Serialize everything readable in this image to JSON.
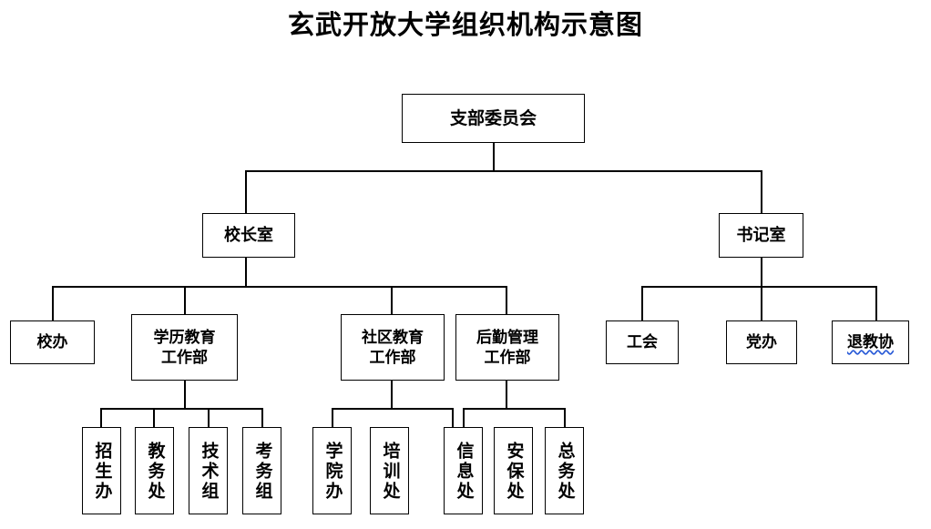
{
  "title": "玄武开放大学组织机构示意图",
  "chart_data": {
    "type": "diagram",
    "diagram_type": "organization-chart",
    "title": "玄武开放大学组织机构示意图",
    "orientation": "top-down",
    "levels": 4,
    "node_count": 19,
    "nodes": {
      "root": {
        "label": "支部委员会",
        "level": 0
      },
      "principal_office": {
        "label": "校长室",
        "level": 1
      },
      "secretary_office": {
        "label": "书记室",
        "level": 1
      },
      "school_admin": {
        "label": "校办",
        "level": 2
      },
      "degree_edu_dept": {
        "label": "学历教育\n工作部",
        "level": 2
      },
      "community_edu_dept": {
        "label": "社区教育\n工作部",
        "level": 2
      },
      "logistics_dept": {
        "label": "后勤管理\n工作部",
        "level": 2
      },
      "union": {
        "label": "工会",
        "level": 2
      },
      "party_office": {
        "label": "党办",
        "level": 2
      },
      "retired_teachers_assoc": {
        "label": "退教协",
        "level": 2,
        "spellcheck_underline": true
      },
      "admissions": {
        "label": "招生办",
        "level": 3
      },
      "academic_affairs": {
        "label": "教务处",
        "level": 3
      },
      "technical_group": {
        "label": "技术组",
        "level": 3
      },
      "exam_group": {
        "label": "考务组",
        "level": 3
      },
      "college_office": {
        "label": "学院办",
        "level": 3
      },
      "training_dept": {
        "label": "培训处",
        "level": 3
      },
      "information_dept": {
        "label": "信息处",
        "level": 3
      },
      "security_dept": {
        "label": "安保处",
        "level": 3
      },
      "general_affairs": {
        "label": "总务处",
        "level": 3
      }
    },
    "edges": [
      {
        "from": "root",
        "to": "principal_office"
      },
      {
        "from": "root",
        "to": "secretary_office"
      },
      {
        "from": "principal_office",
        "to": "school_admin"
      },
      {
        "from": "principal_office",
        "to": "degree_edu_dept"
      },
      {
        "from": "principal_office",
        "to": "community_edu_dept"
      },
      {
        "from": "principal_office",
        "to": "logistics_dept"
      },
      {
        "from": "secretary_office",
        "to": "union"
      },
      {
        "from": "secretary_office",
        "to": "party_office"
      },
      {
        "from": "secretary_office",
        "to": "retired_teachers_assoc"
      },
      {
        "from": "degree_edu_dept",
        "to": "admissions"
      },
      {
        "from": "degree_edu_dept",
        "to": "academic_affairs"
      },
      {
        "from": "degree_edu_dept",
        "to": "technical_group"
      },
      {
        "from": "degree_edu_dept",
        "to": "exam_group"
      },
      {
        "from": "community_edu_dept",
        "to": "college_office"
      },
      {
        "from": "community_edu_dept",
        "to": "training_dept"
      },
      {
        "from": "community_edu_dept",
        "to": "information_dept"
      },
      {
        "from": "logistics_dept",
        "to": "information_dept"
      },
      {
        "from": "logistics_dept",
        "to": "security_dept"
      },
      {
        "from": "logistics_dept",
        "to": "general_affairs"
      }
    ],
    "colors": {
      "background": "#ffffff",
      "box_border": "#000000",
      "box_fill": "#ffffff",
      "text": "#000000",
      "connector": "#000000",
      "spellcheck_underline": "#2a5bd7"
    }
  }
}
